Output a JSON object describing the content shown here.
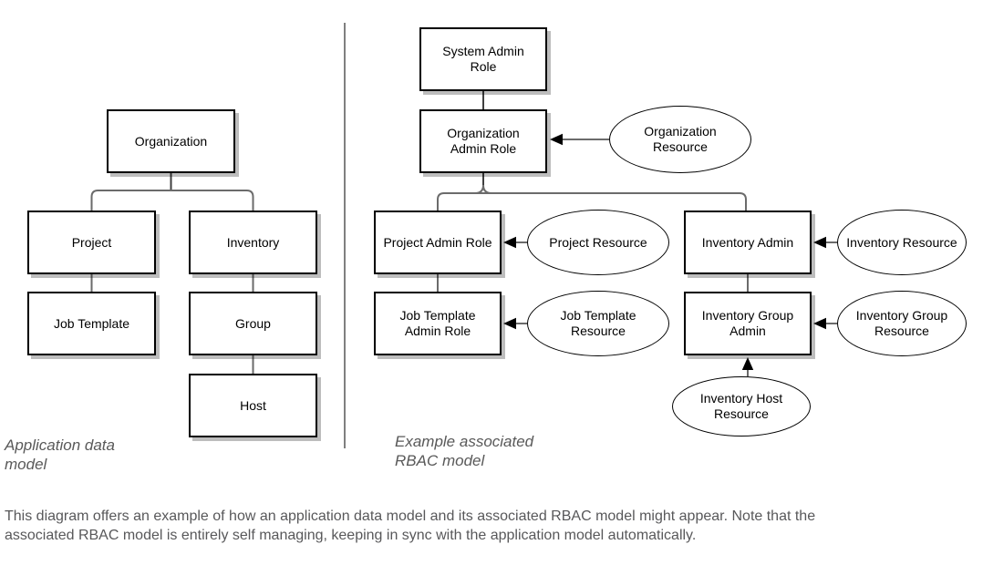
{
  "colors": {
    "shape_fill": "#ffffff",
    "shape_border": "#000000",
    "shape_shadow": "#b8b8b8",
    "connector": "#6b6b6b",
    "arrowhead": "#000000",
    "divider": "#7f7f7f",
    "caption_text": "#595959",
    "footer_text": "#58585a"
  },
  "app_model": {
    "caption": "Application data model",
    "nodes": {
      "organization": "Organization",
      "project": "Project",
      "inventory": "Inventory",
      "job_template": "Job Template",
      "group": "Group",
      "host": "Host"
    }
  },
  "rbac_model": {
    "caption": "Example associated RBAC model",
    "roles": {
      "system_admin": "System Admin Role",
      "organization_admin": "Organization Admin Role",
      "project_admin": "Project Admin Role",
      "inventory_admin": "Inventory Admin",
      "job_template_admin": "Job Template Admin Role",
      "inventory_group_admin": "Inventory Group Admin"
    },
    "resources": {
      "organization": "Organization Resource",
      "project": "Project Resource",
      "inventory": "Inventory Resource",
      "job_template": "Job Template Resource",
      "inventory_group": "Inventory Group Resource",
      "inventory_host": "Inventory Host Resource"
    }
  },
  "footer": {
    "text": "This diagram offers an example of how an application data model and its associated RBAC model might appear. Note that the associated RBAC model is entirely self managing, keeping in sync with the application model automatically."
  }
}
